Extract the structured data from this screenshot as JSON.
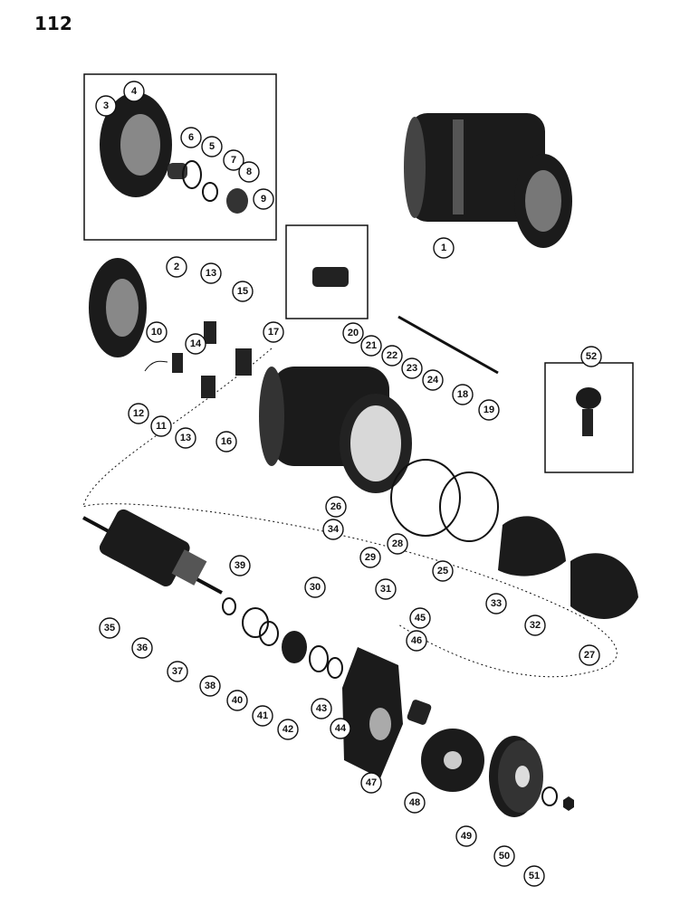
{
  "page_number": "112",
  "callouts": [
    "1",
    "2",
    "3",
    "4",
    "5",
    "6",
    "7",
    "8",
    "9",
    "10",
    "11",
    "12",
    "13",
    "13",
    "14",
    "15",
    "16",
    "17",
    "18",
    "19",
    "20",
    "21",
    "22",
    "23",
    "24",
    "25",
    "26",
    "27",
    "28",
    "29",
    "30",
    "31",
    "32",
    "33",
    "34",
    "35",
    "36",
    "37",
    "38",
    "39",
    "40",
    "41",
    "42",
    "43",
    "44",
    "45",
    "46",
    "47",
    "48",
    "49",
    "50",
    "51",
    "52"
  ],
  "icons": {
    "generator": "generator-assembly-icon",
    "end_frame": "commutator-end-frame-icon",
    "armature": "armature-icon",
    "fan": "fan-icon",
    "pulley": "pulley-icon"
  }
}
